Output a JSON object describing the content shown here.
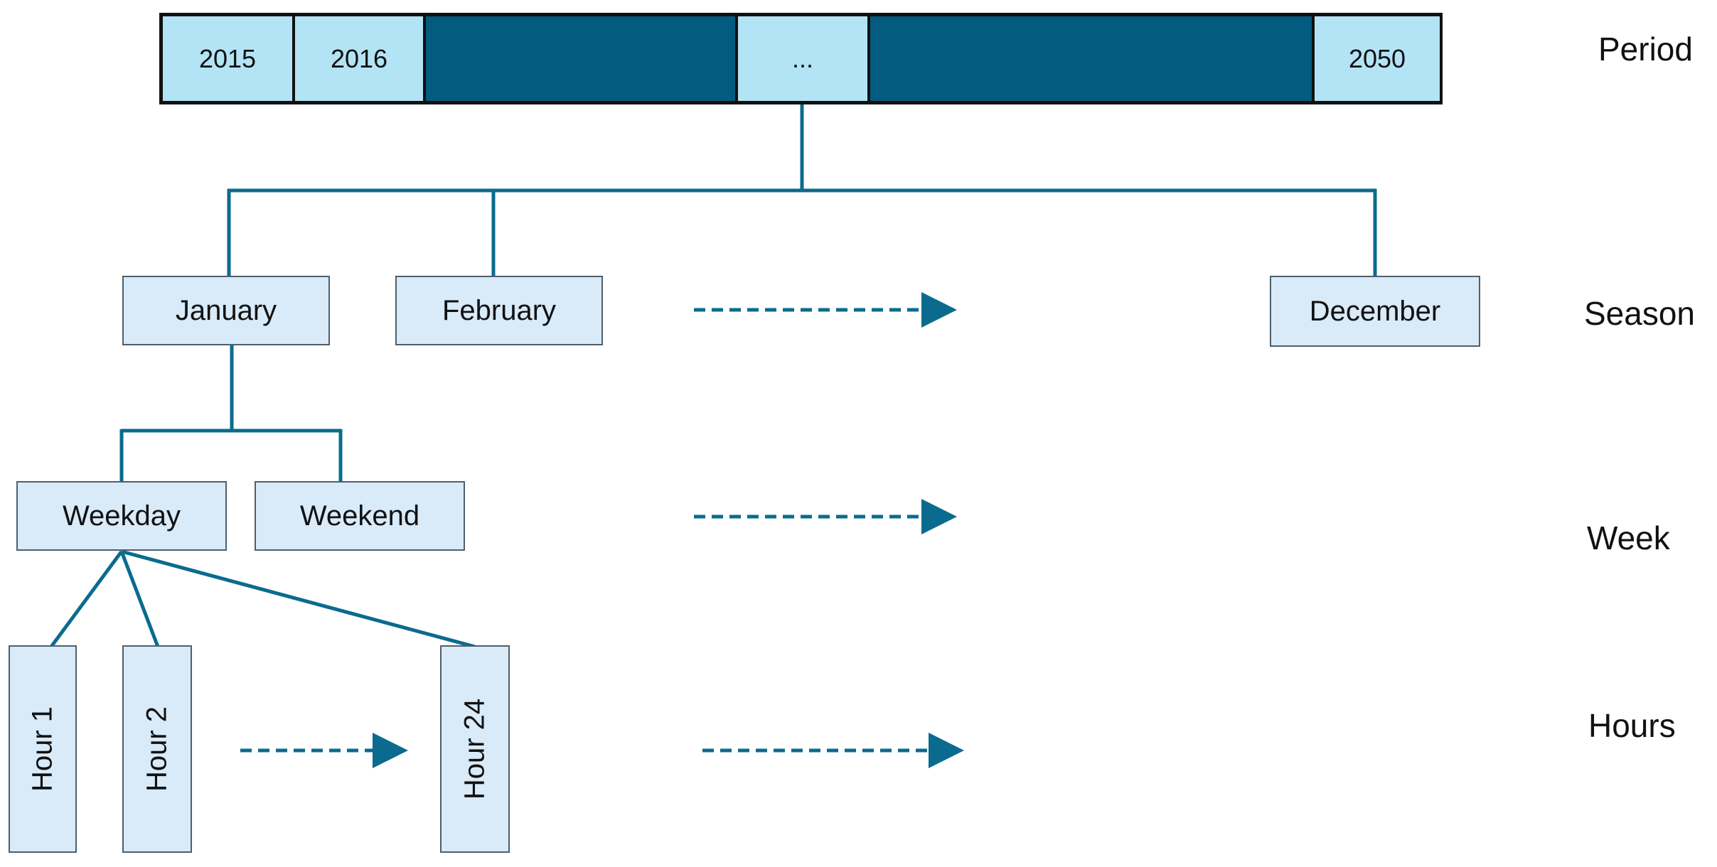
{
  "period": {
    "cells": [
      "2015",
      "2016",
      "...",
      "2050"
    ]
  },
  "seasons": [
    "January",
    "February",
    "December"
  ],
  "weeks": [
    "Weekday",
    "Weekend"
  ],
  "hours": [
    "Hour 1",
    "Hour 2",
    "Hour 24"
  ],
  "levels": {
    "period": "Period",
    "season": "Season",
    "week": "Week",
    "hours": "Hours"
  },
  "colors": {
    "period_dark": "#045b80",
    "period_light": "#b3e4f5",
    "box_fill": "#d9eaf8",
    "connector": "#0a6b8e"
  }
}
